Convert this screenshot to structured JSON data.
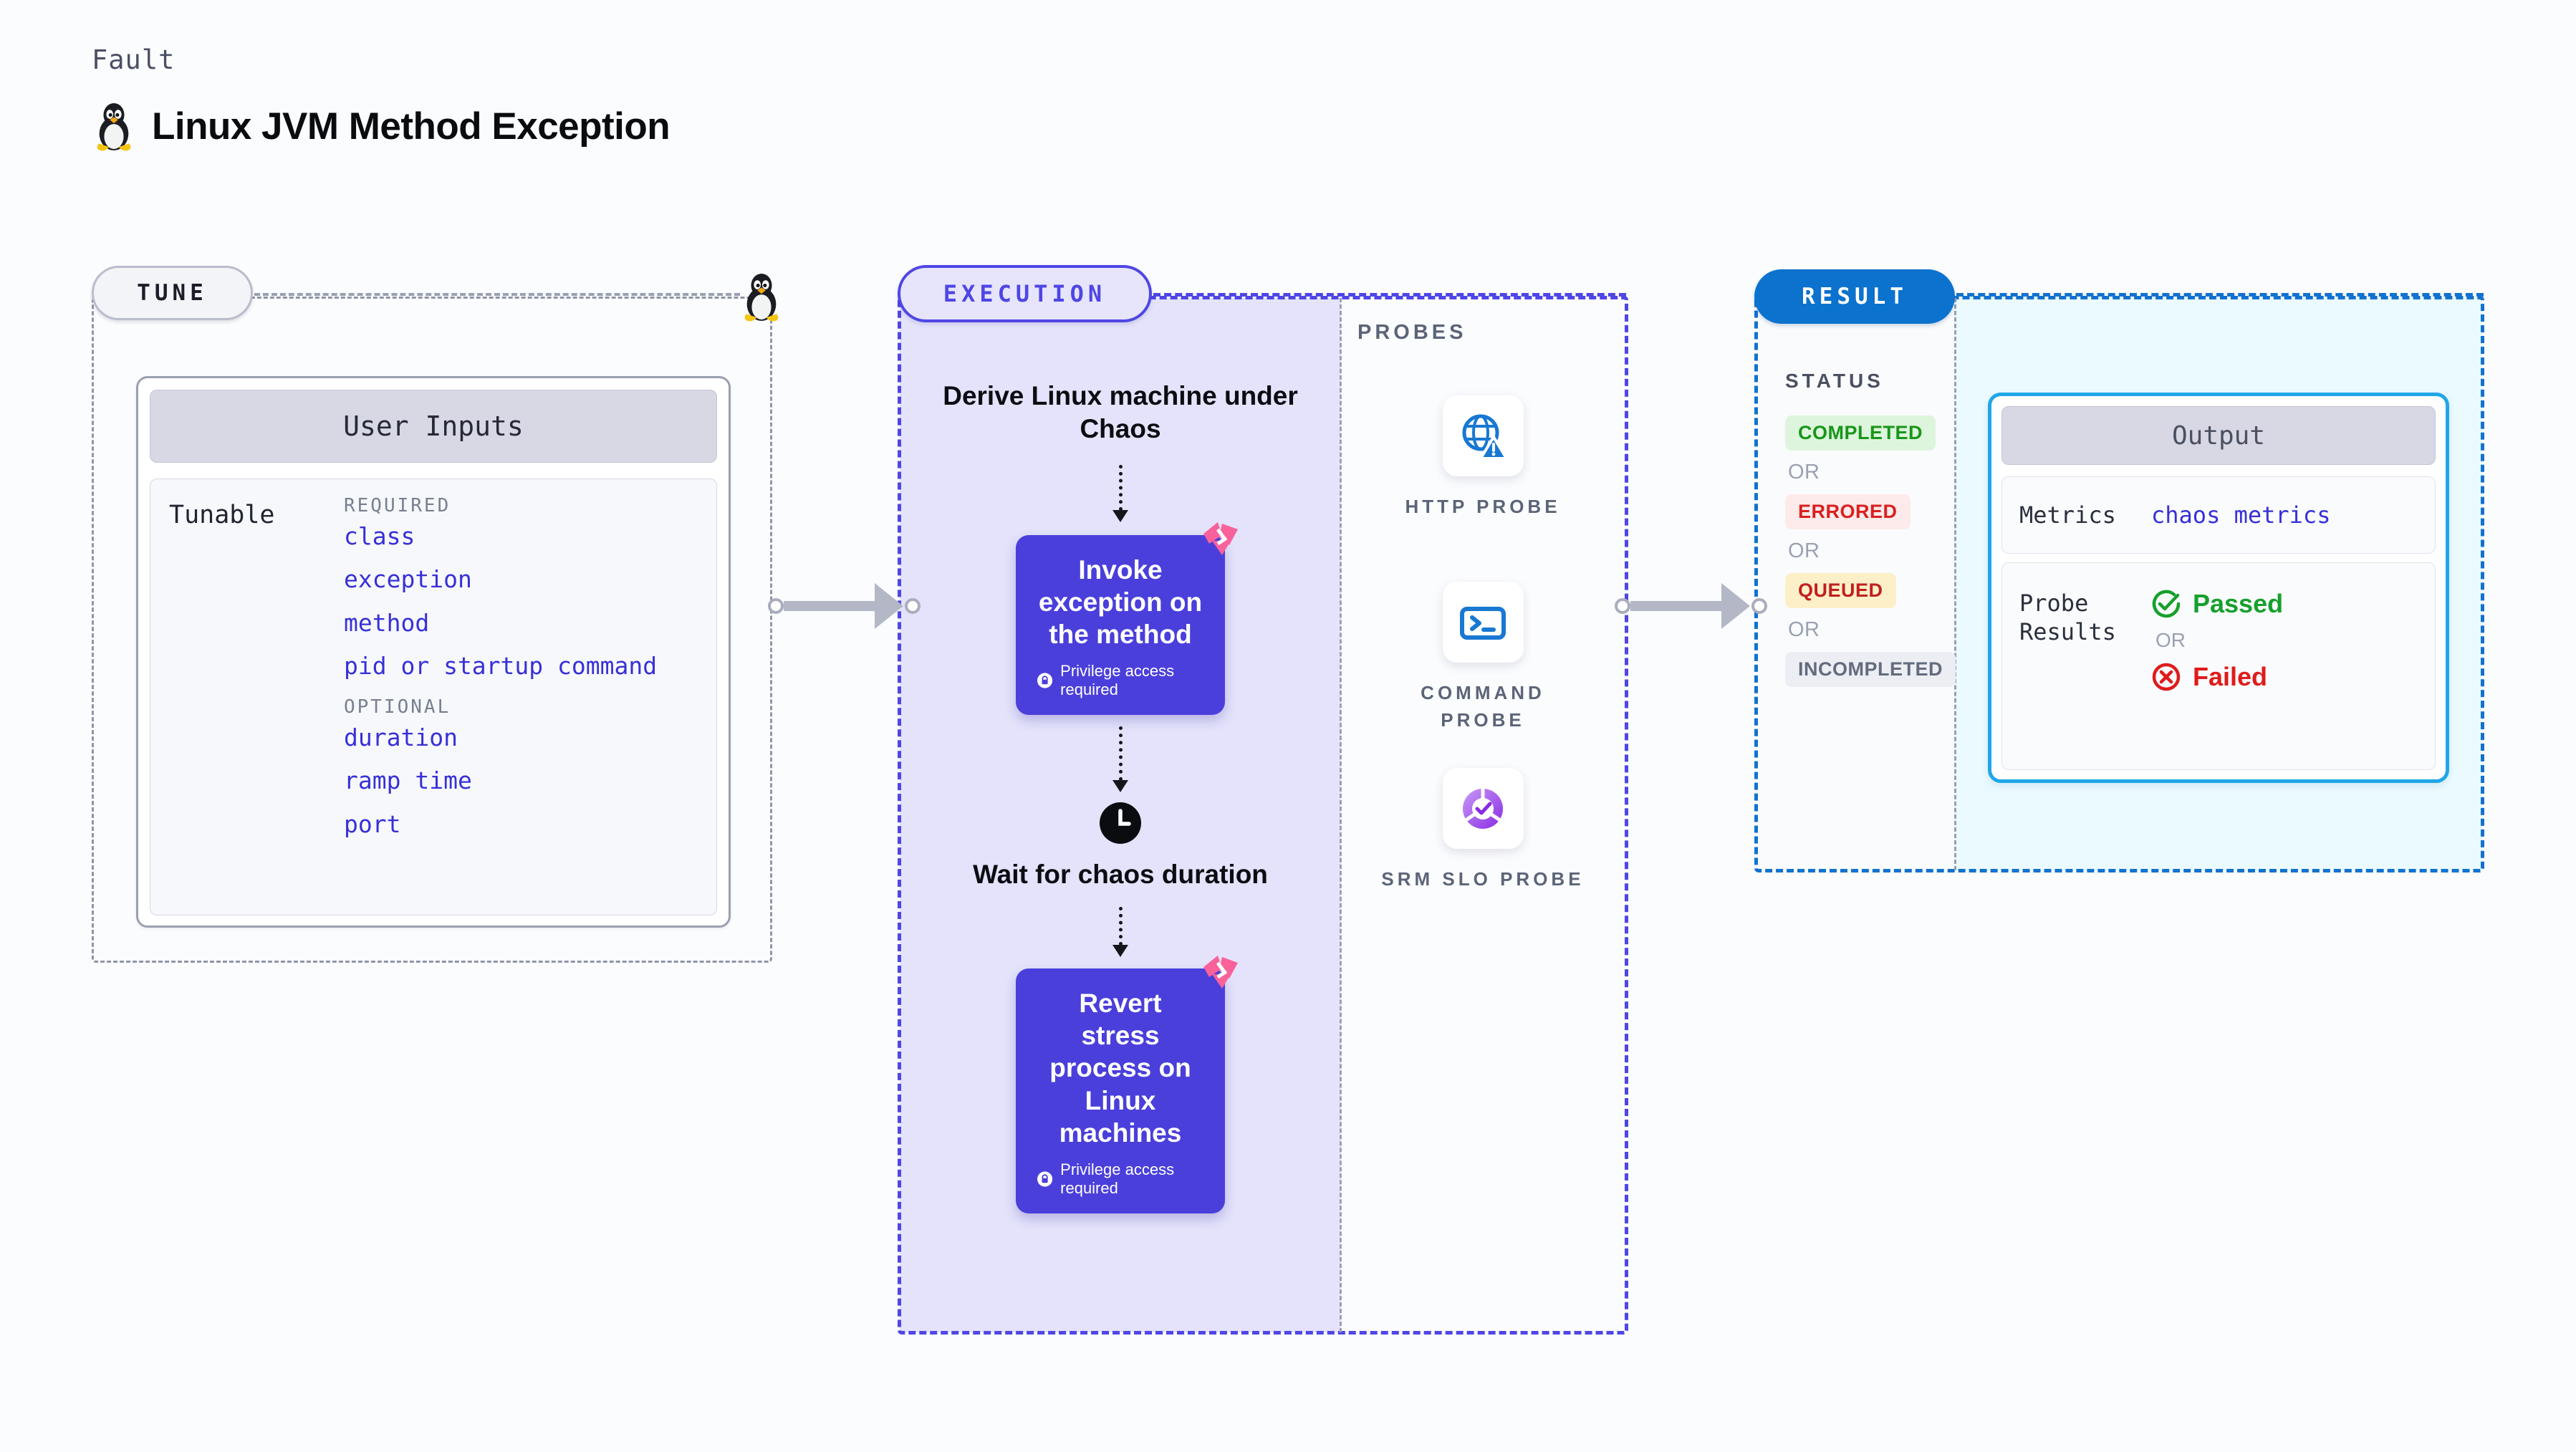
{
  "header": {
    "eyebrow": "Fault",
    "title": "Linux JVM Method Exception",
    "icon": "linux-tux-icon"
  },
  "tune": {
    "badge": "TUNE",
    "card_title": "User Inputs",
    "tunable_label": "Tunable",
    "groups": [
      {
        "title": "REQUIRED",
        "items": [
          "class",
          "exception",
          "method",
          "pid or startup command"
        ]
      },
      {
        "title": "OPTIONAL",
        "items": [
          "duration",
          "ramp time",
          "port"
        ]
      }
    ]
  },
  "execution": {
    "badge": "EXECUTION",
    "steps": [
      {
        "type": "text",
        "label": "Derive Linux machine under Chaos"
      },
      {
        "type": "card",
        "label": "Invoke exception on the method",
        "note": "Privilege access required",
        "logo": "litmus-logo-icon"
      },
      {
        "type": "wait",
        "icon": "clock-icon",
        "label": "Wait for chaos duration"
      },
      {
        "type": "card",
        "label": "Revert stress process on Linux machines",
        "note": "Privilege access required",
        "logo": "litmus-logo-icon"
      }
    ]
  },
  "probes": {
    "title": "PROBES",
    "items": [
      {
        "label": "HTTP PROBE",
        "icon": "globe-warning-icon"
      },
      {
        "label": "COMMAND PROBE",
        "icon": "terminal-icon"
      },
      {
        "label": "SRM SLO PROBE",
        "icon": "slo-donut-check-icon"
      }
    ]
  },
  "result": {
    "badge": "RESULT",
    "status_title": "STATUS",
    "or_text": "OR",
    "statuses": [
      {
        "label": "COMPLETED",
        "bg": "#ddf5dd",
        "fg": "#199619"
      },
      {
        "label": "ERRORED",
        "bg": "#fdeaea",
        "fg": "#d92020"
      },
      {
        "label": "QUEUED",
        "bg": "#fdf0c8",
        "fg": "#c02020"
      },
      {
        "label": "INCOMPLETED",
        "bg": "#eceef4",
        "fg": "#636b7d"
      }
    ],
    "output": {
      "title": "Output",
      "metrics_key": "Metrics",
      "metrics_value": "chaos metrics",
      "probe_results_key": "Probe\nResults",
      "passed_label": "Passed",
      "failed_label": "Failed",
      "or_text": "OR"
    }
  },
  "colors": {
    "indigo": "#4f46e5",
    "card_purple": "#4a3fdb",
    "result_blue": "#0b72ce",
    "output_border": "#20a6e8",
    "link_blue": "#3730d8",
    "litmus_pink": "#f9619a"
  }
}
